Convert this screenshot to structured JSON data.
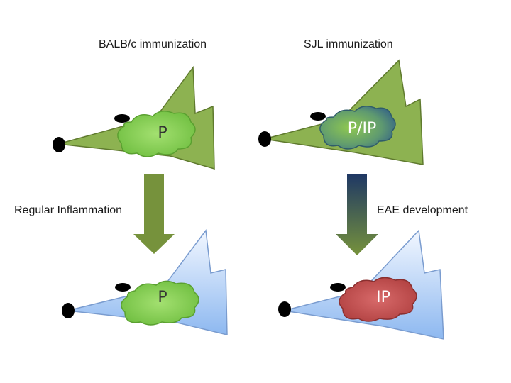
{
  "labels": {
    "balbc": "BALB/c immunization",
    "sjl": "SJL immunization",
    "regular": "Regular Inflammation",
    "eae": "EAE development"
  },
  "clouds": {
    "top_left": "P",
    "top_right": "P/IP",
    "bottom_left": "P",
    "bottom_right": "IP"
  },
  "colors": {
    "green_body": "#8db251",
    "green_cloud": "#8fd45a",
    "blue_body": "#bcd6f7",
    "red_cloud": "#c85050",
    "arrow_green": "#76923c",
    "arrow_navy": "#1f3864"
  }
}
